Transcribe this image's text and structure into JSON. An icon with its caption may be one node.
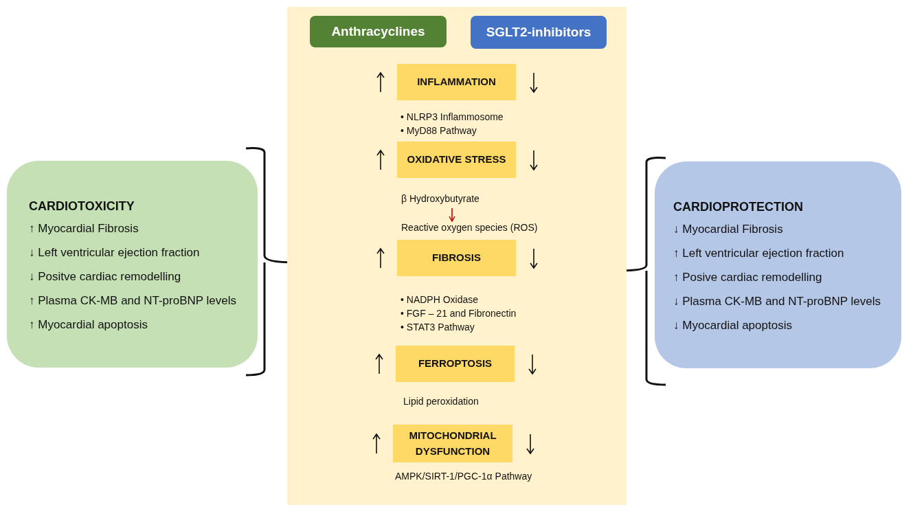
{
  "diagram": {
    "nodes": [
      {
        "text": [],
        "shape": "box"
      },
      {
        "text": [
          "Anthracyclines"
        ],
        "in": 0
      },
      {
        "text": [
          "SGLT2-inhibitors"
        ],
        "in": 0
      },
      {
        "text": [
          "INFLAMMATION"
        ],
        "in": 0
      },
      {
        "text": [
          "OXIDATIVE STRESS"
        ],
        "in": 0
      },
      {
        "text": [
          "β Hydroxybutyrate"
        ],
        "in": 0
      },
      {
        "text": [
          "Reactive oxygen species (ROS)"
        ],
        "in": 0
      },
      {
        "text": [
          "FIBROSIS"
        ],
        "in": 0
      },
      {
        "text": [
          "FERROPTOSIS"
        ],
        "in": 0
      },
      {
        "text": [
          "MITOCHONDRIAL DYSFUNCTION"
        ],
        "in": 0
      },
      {
        "text": [
          "CARDIOTOXICITY",
          "↑ Myocardial Fibrosis",
          "↓ Left ventricular ejection fraction",
          "↓ Positve cardiac remodelling",
          "↑ Plasma CK-MB and NT-proBNP levels",
          "↑ Myocardial apoptosis"
        ]
      },
      {
        "text": [
          "CARDIOPROTECTION",
          "↓ Myocardial Fibrosis",
          "↑ Left ventricular ejection fraction",
          "↑ Posive cardiac remodelling",
          "↓ Plasma CK-MB and NT-proBNP levels",
          "↓ Myocardial apoptosis"
        ]
      }
    ],
    "edges": [
      {
        "from": 5,
        "to": 6,
        "arrow": "to",
        "color": "#c00000"
      }
    ],
    "labels": [
      "• NLRP3 Inflammosome",
      "• MyD88 Pathway",
      "• NADPH Oxidase",
      "• FGF – 21 and Fibronectin",
      "• STAT3 Pathway",
      "Lipid peroxidation",
      "AMPK/SIRT-1/PGC-1α  Pathway"
    ]
  }
}
